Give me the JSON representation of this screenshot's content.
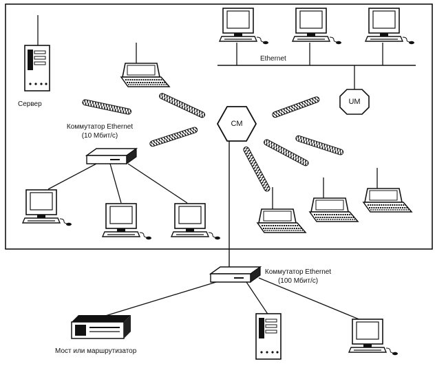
{
  "labels": {
    "server": "Сервер",
    "ethernet": "Ethernet",
    "cm": "CM",
    "um": "UM",
    "switch_10_line1": "Коммутатор Ethernet",
    "switch_10_line2": "(10 Мбит/с)",
    "switch_100_line1": "Коммутатор Ethernet",
    "switch_100_line2": "(100 Мбит/с)",
    "bridge_router": "Мост или маршрутизатор"
  },
  "icons": {
    "workstation": "desktop-computer-icon",
    "laptop": "laptop-icon",
    "server": "tower-server-icon",
    "switch": "network-switch-icon",
    "router": "router-icon",
    "wireless_link": "wireless-link-icon"
  },
  "colors": {
    "ink": "#111111",
    "background": "#ffffff"
  }
}
